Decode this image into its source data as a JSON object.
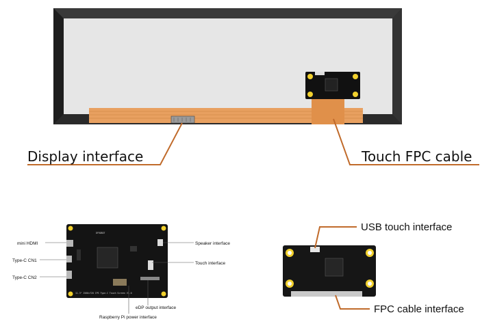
{
  "labels": {
    "display_interface": "Display interface",
    "touch_fpc_cable": "Touch FPC cable",
    "usb_touch_interface": "USB touch interface",
    "fpc_cable_interface": "FPC cable interface",
    "mini_hdmi": "mini HDMI",
    "type_c_cn1": "Type-C CN1",
    "type_c_cn2": "Type-C CN2",
    "speaker_interface": "Speaker interface",
    "touch_interface": "Touch interface",
    "edp_output_interface": "eDP output interface",
    "raspberry_pi_power_interface": "Raspberry Pi power interface"
  },
  "board": {
    "brand": "DFROBOT",
    "silkscreen": "11.3\" 2560×720 IPS Type-C Touch Screen V1.0"
  },
  "colors": {
    "leader": "#c06a2a",
    "fpc": "#e8a060",
    "bezel": "#2a2a2a",
    "panel": "#e6e6e6",
    "pcb": "#141414"
  }
}
